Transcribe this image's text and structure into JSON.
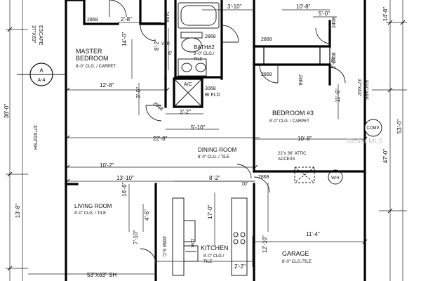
{
  "rooms": {
    "master": {
      "name_line1": "MASTER",
      "name_line2": "BEDROOM",
      "spec": "8'-0\" CLG. / CARPET"
    },
    "bath2": {
      "name": "BATH#2",
      "spec_line1": "8'-0\" CLG./",
      "spec_line2": "TILE"
    },
    "bedroom3": {
      "name": "BEDROOM #3",
      "spec": "8'-0\" CLG. / CARPET"
    },
    "dining": {
      "name": "DINING ROOM",
      "spec": "8'-0\" CLG. / TILE"
    },
    "living": {
      "name": "LIVING ROOM",
      "spec": "8'-0\" CLG. / TILE"
    },
    "kitchen": {
      "name": "KITCHEN",
      "spec_line1": "8'-0\" CLG./",
      "spec_line2": "TILE"
    },
    "garage": {
      "name": "GARAGE",
      "spec": "8'-0\" CLG./TILE"
    }
  },
  "doors": {
    "d2868_a": "2868",
    "d2468_a": "2468",
    "d2868_b": "2868",
    "d2868_c": "2868",
    "d2468_b": "2468",
    "d2468_c": "2468",
    "d2868_d": "2868",
    "d2468_d": "2468",
    "d2868_e": "2868",
    "d2868_f": "2868",
    "d3068_sc": "3068 S.C."
  },
  "fixtures": {
    "ac": "A/C",
    "closet_code": "3068",
    "closet_text": "BI FLD",
    "vtr": "VTR",
    "dw": "D.W.",
    "wh": "W/H",
    "comp": "COMP.",
    "attic_line1": "22\"x 36\" ATTIC",
    "attic_line2": "ACCESS"
  },
  "windows": {
    "w_top_left": "37\"X63\"",
    "w_escape_left": "ESCAPE",
    "w_sh_left": "37\"X63\"SH",
    "w_right_top": "37\"X63\"",
    "w_escape_right": "ESCAPE",
    "w_bottom": "53\"X63\" SH"
  },
  "section_marker": {
    "top": "A",
    "bottom": "A-4"
  },
  "dimensions": {
    "overall_height": "38'-0\"",
    "right_total": "53'-0\"",
    "right_mid": "47'-0\"",
    "right_top": "14'-8\"",
    "left_bottom": "13'-8\"",
    "d_2_8": "2'-8\"",
    "d_14_0": "14'-0\"",
    "d_8_2a": "8'-2\"",
    "d_6": "6'",
    "d_3_10a": "3'-10\"",
    "d_10_8a": "10'-8\"",
    "d_5_0": "5'-0\"",
    "d_2_0": "2'-0\"",
    "d_12_8": "12'-8\"",
    "d_3_0": "3'-0\"",
    "d_3_2": "3'-2\"",
    "d_5_10": "5'-10\"",
    "d_11_6": "11'-6\"",
    "d_22_8": "22'-8\"",
    "d_10_8b": "10'-8\"",
    "d_10_2": "10'-2\"",
    "d_13_10": "13'-10\"",
    "d_8_2b": "8'-2\"",
    "d_16_6": "16'-6\"",
    "d_17_0": "17'-0\"",
    "d_4_6": "4'-6\"",
    "d_7_10": "7'-10\"",
    "d_11_4": "11'-4\"",
    "d_12_10": "12'-10\"",
    "d_2_2": "2'-2\"",
    "d_10": "10'"
  },
  "watermark": "Stellar MLS"
}
